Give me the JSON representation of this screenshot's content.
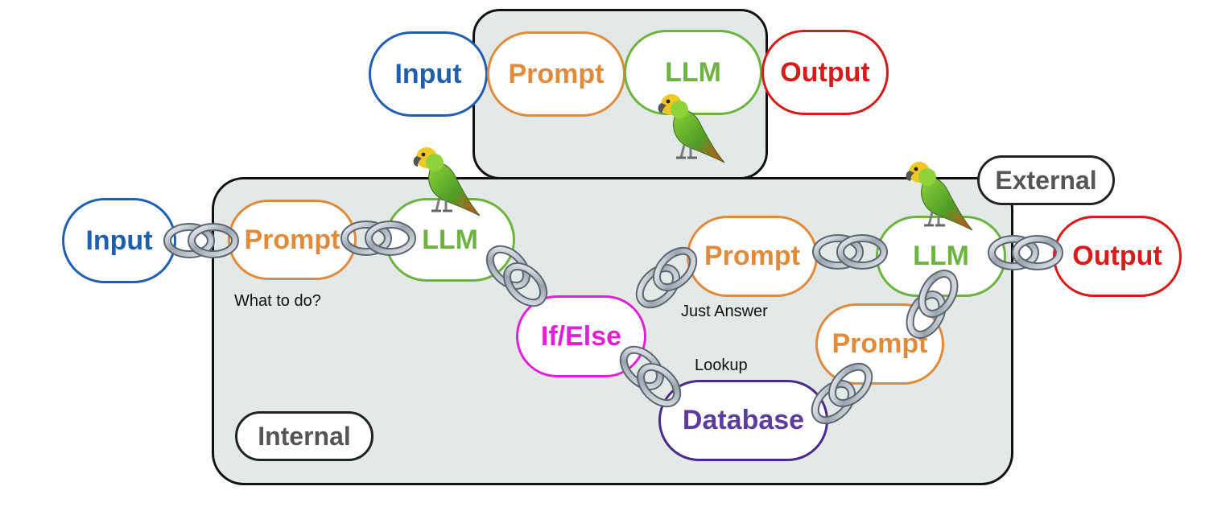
{
  "top_chain": {
    "input": "Input",
    "prompt": "Prompt",
    "llm": "LLM",
    "output": "Output"
  },
  "bottom_chain": {
    "input": "Input",
    "prompt_1": "Prompt",
    "llm_1": "LLM",
    "if_else": "If/Else",
    "prompt_2": "Prompt",
    "llm_2": "LLM",
    "prompt_3": "Prompt",
    "database": "Database",
    "output": "Output"
  },
  "labels": {
    "external": "External",
    "internal": "Internal"
  },
  "captions": {
    "what_to_do": "What to do?",
    "just_answer": "Just Answer",
    "lookup": "Lookup"
  },
  "colors": {
    "input": "#1f5fb0",
    "prompt": "#e08a3c",
    "llm": "#6db33f",
    "output": "#d71a1a",
    "if_else": "#e020d8",
    "database": "#5b3d9e",
    "panel": "#e3e9e6"
  },
  "icons": [
    "parrot-icon",
    "chain-link-icon"
  ]
}
